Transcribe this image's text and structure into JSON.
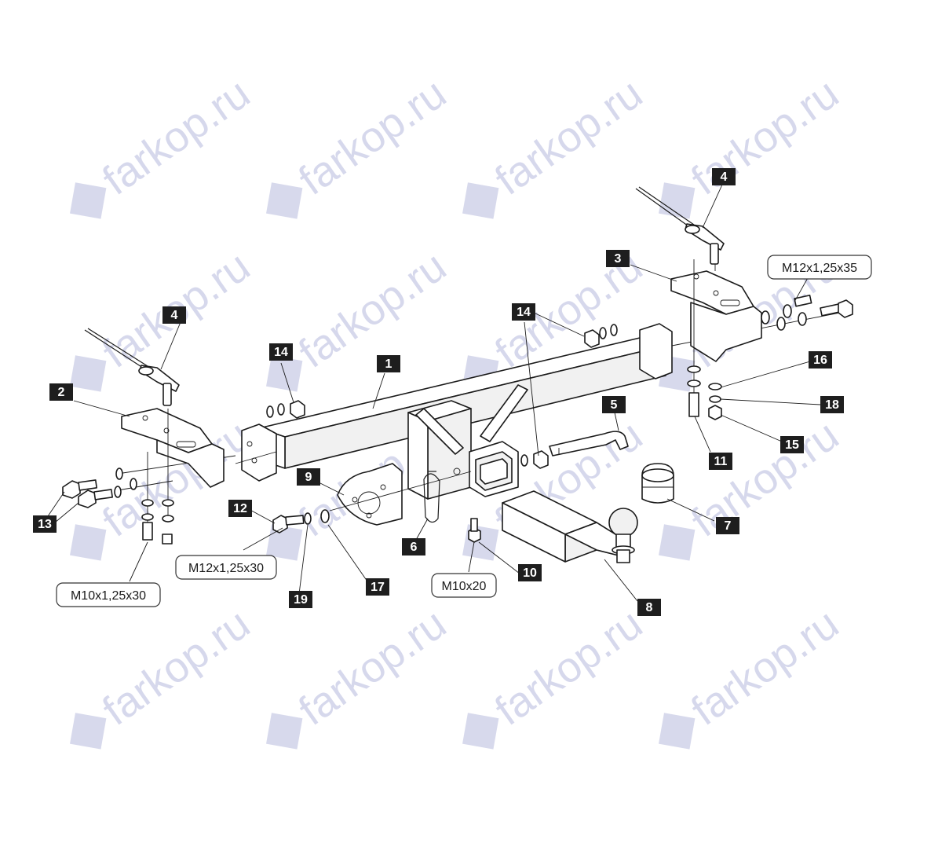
{
  "watermark": {
    "text": "farkop.ru",
    "color": "#c9cce6",
    "icon": "car-logo-icon"
  },
  "part_labels": [
    "1",
    "2",
    "3",
    "4",
    "4",
    "5",
    "6",
    "7",
    "8",
    "9",
    "10",
    "11",
    "12",
    "13",
    "14",
    "14",
    "15",
    "16",
    "17",
    "18",
    "19"
  ],
  "fastener_callouts": [
    "M12x1,25x35",
    "M12x1,25x30",
    "M10x1,25x30",
    "M10x20"
  ]
}
